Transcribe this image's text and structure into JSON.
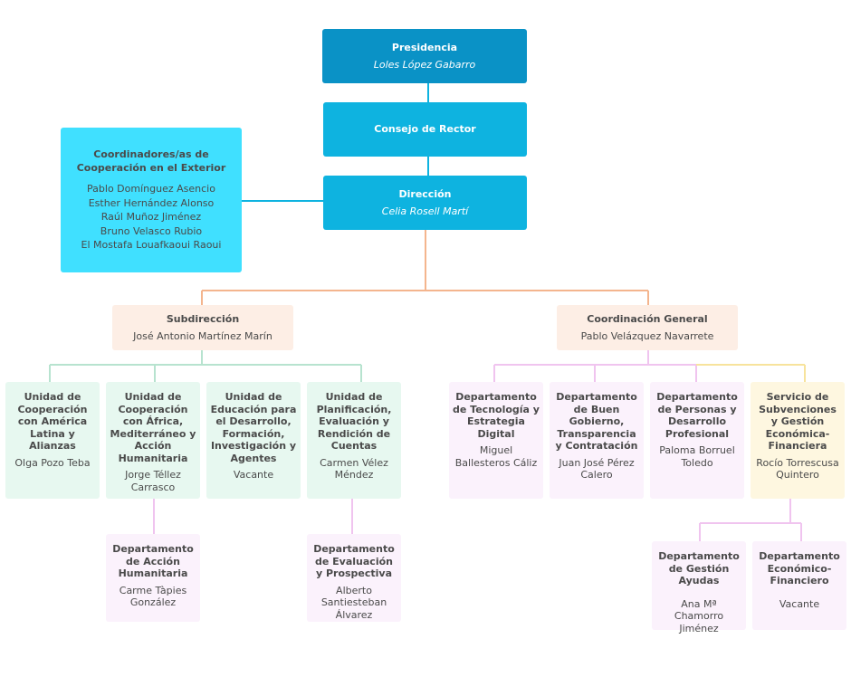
{
  "colors": {
    "presidencia": "#0a92c6",
    "consejo": "#0eb3e0",
    "direccion": "#0eb3e0",
    "coordinadores": "#40e0ff",
    "orange_line": "#f4b58e",
    "peach": "#fdeee5",
    "green": "#e7f8f0",
    "green_line": "#b7e3cf",
    "lilac": "#fbf2fc",
    "lilac_line": "#f0c4ef",
    "yellow": "#fef7e0",
    "yellow_line": "#f7e39c"
  },
  "presidencia": {
    "title": "Presidencia",
    "name": "Loles López Gabarro"
  },
  "consejo": {
    "title": "Consejo de Rector"
  },
  "direccion": {
    "title": "Dirección",
    "name": "Celia Rosell Martí"
  },
  "coordinadores": {
    "title": "Coordinadores/as de Cooperación en el Exterior",
    "names": [
      "Pablo Domínguez Asencio",
      "Esther Hernández Alonso",
      "Raúl Muñoz Jiménez",
      "Bruno Velasco Rubio",
      "El Mostafa Louafkaoui Raoui"
    ]
  },
  "subdireccion": {
    "title": "Subdirección",
    "name": "José Antonio Martínez Marín"
  },
  "coordinacion": {
    "title": "Coordinación General",
    "name": "Pablo Velázquez Navarrete"
  },
  "units": [
    {
      "title": "Unidad de Cooperación con América Latina y Alianzas",
      "name": "Olga Pozo Teba"
    },
    {
      "title": "Unidad de Cooperación con África, Mediterráneo y Acción Humanitaria",
      "name": "Jorge Téllez Carrasco"
    },
    {
      "title": "Unidad de Educación para el Desarrollo, Formación, Investigación y Agentes",
      "name": "Vacante"
    },
    {
      "title": "Unidad de Planificación, Evaluación y Rendición de Cuentas",
      "name": "Carmen Vélez Méndez"
    }
  ],
  "departments": [
    {
      "title": "Departamento de Tecnología y Estrategia Digital",
      "name": "Miguel Ballesteros Cáliz"
    },
    {
      "title": "Departamento de Buen Gobierno, Transparencia y Contratación",
      "name": "Juan José Pérez Calero"
    },
    {
      "title": "Departamento de Personas y Desarrollo Profesional",
      "name": "Paloma Borruel Toledo"
    },
    {
      "title": "Servicio de Subvenciones y Gestión Económica-Financiera",
      "name": "Rocío Torrescusa Quintero"
    }
  ],
  "sub_units": [
    {
      "title": "Departamento de Acción Humanitaria",
      "name": "Carme Tàpies González"
    },
    {
      "title": "Departamento de Evaluación y Prospectiva",
      "name": "Alberto Santiesteban Álvarez"
    },
    {
      "title": "Departamento de Gestión Ayudas",
      "name": "Ana Mª Chamorro Jiménez"
    },
    {
      "title": "Departamento Económico-Financiero",
      "name": "Vacante"
    }
  ]
}
